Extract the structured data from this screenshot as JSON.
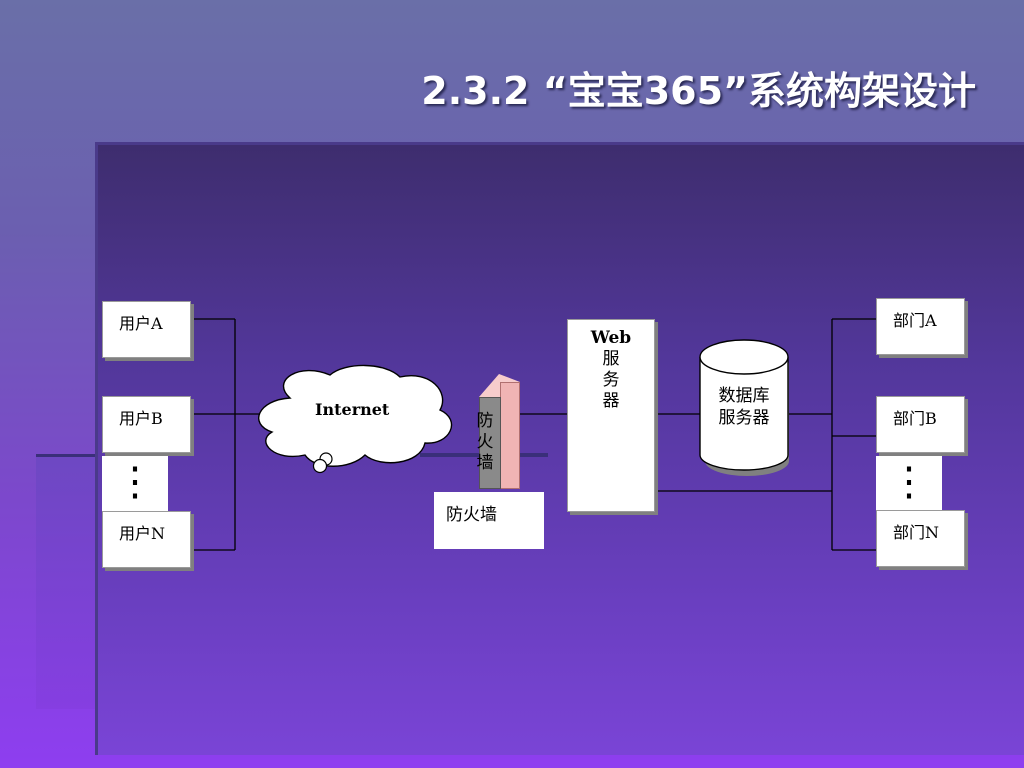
{
  "title": "2.3.2 “宝宝365”系统构架设计",
  "users": {
    "a": "用户A",
    "b": "用户B",
    "n": "用户N",
    "ellipsis": "⋮"
  },
  "internet": "Internet",
  "firewall": {
    "vertical": [
      "防",
      "火",
      "墙"
    ],
    "caption": "防火墙"
  },
  "web_server": {
    "line1": "Web",
    "line2": "服",
    "line3": "务",
    "line4": "器"
  },
  "database": {
    "line1": "数据库",
    "line2": "服务器"
  },
  "departments": {
    "a": "部门A",
    "b": "部门B",
    "n": "部门N",
    "ellipsis": "⋮"
  },
  "colors": {
    "box_fill": "#ffffff",
    "firewall_side": "#f0b4b4",
    "firewall_front": "#8a8a8a",
    "panel_top": "#3e2d6e",
    "panel_bottom": "#7a44d6"
  }
}
